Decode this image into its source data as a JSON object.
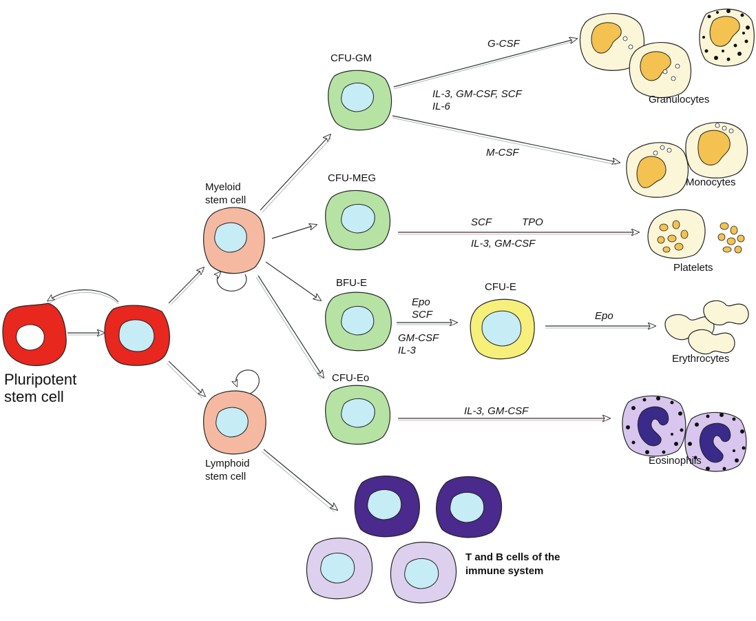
{
  "colors": {
    "stem_red": "#e8271e",
    "progenitor_salmon": "#f4b9a0",
    "cfu_green": "#b6e2a4",
    "nucleus_blue": "#c6ecf6",
    "cfue_yellow": "#f6ef7a",
    "mature_cream": "#fbf6d8",
    "granule_orange": "#f3c250",
    "eosin_purple": "#3a2a8a",
    "eosin_lilac": "#d8c6ee",
    "tcell_dark": "#4a2a8c",
    "bcell_light": "#ddd0ee"
  },
  "cells": {
    "pluripotent_label": [
      "Pluripotent",
      "stem cell"
    ],
    "myeloid_label": [
      "Myeloid",
      "stem cell"
    ],
    "lymphoid_label": [
      "Lymphoid",
      "stem cell"
    ],
    "cfu_gm": "CFU-GM",
    "cfu_meg": "CFU-MEG",
    "bfu_e": "BFU-E",
    "cfu_e": "CFU-E",
    "cfu_eo": "CFU-Eo"
  },
  "mature": {
    "granulocytes": "Granulocytes",
    "monocytes": "Monocytes",
    "platelets": "Platelets",
    "erythrocytes": "Erythrocytes",
    "eosinophils": "Eosinophils",
    "lymphocytes": [
      "T and B cells of the",
      "immune system"
    ]
  },
  "factors": {
    "gcsf": "G-CSF",
    "gm_shared": [
      "IL-3, GM-CSF, SCF",
      "IL-6"
    ],
    "mcsf": "M-CSF",
    "meg_scf": "SCF",
    "meg_tpo": "TPO",
    "meg_il3": "IL-3, GM-CSF",
    "bfu_top": [
      "Epo",
      "SCF"
    ],
    "bfu_bottom": [
      "GM-CSF",
      "IL-3"
    ],
    "ery_epo": "Epo",
    "eo_factors": "IL-3, GM-CSF"
  }
}
